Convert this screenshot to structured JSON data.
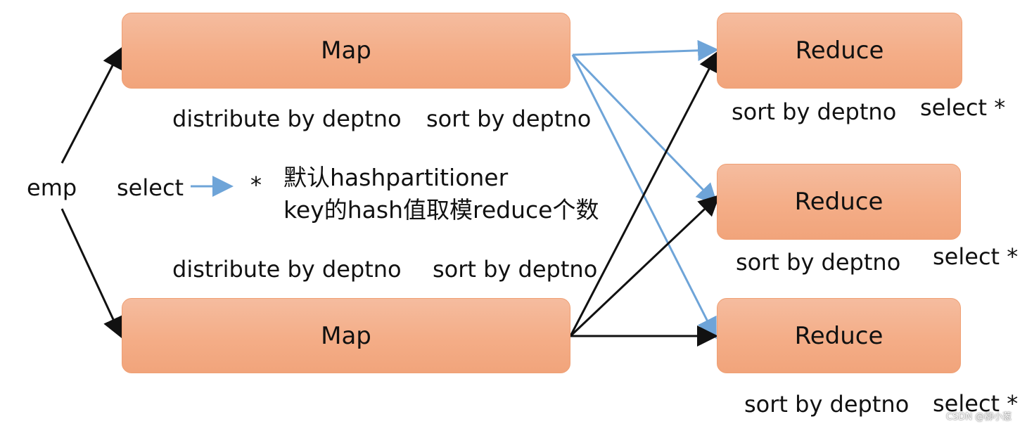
{
  "nodes": {
    "map_top": "Map",
    "map_bottom": "Map",
    "reduce_1": "Reduce",
    "reduce_2": "Reduce",
    "reduce_3": "Reduce"
  },
  "labels": {
    "emp": "emp",
    "select_left": "select",
    "asterisk": "*",
    "note_line_1": "默认hashpartitioner",
    "note_line_2": "key的hash值取模reduce个数",
    "top_distribute": "distribute by deptno",
    "top_sort": "sort by deptno",
    "bottom_distribute": "distribute by deptno",
    "bottom_sort": "sort by deptno",
    "reduce1_sort": "sort by deptno",
    "reduce1_select": "select *",
    "reduce2_sort": "sort by deptno",
    "reduce2_select": "select *",
    "reduce3_sort": "sort by deptno",
    "reduce3_select": "select *"
  },
  "watermark": "CSDN @柳小葱",
  "colors": {
    "node_fill": "#f4ad87",
    "black_arrow": "#111111",
    "blue_arrow": "#6ea4d8"
  }
}
